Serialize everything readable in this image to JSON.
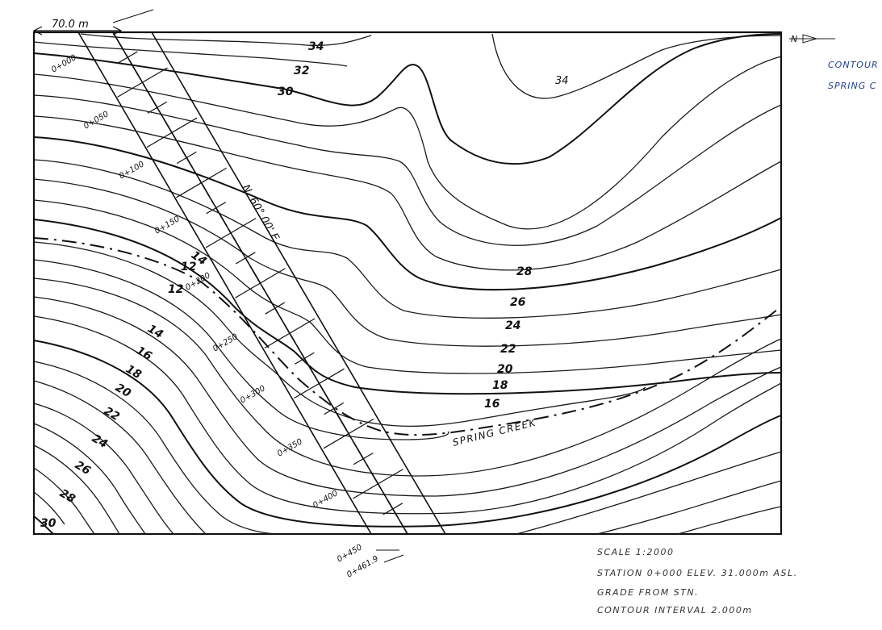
{
  "map": {
    "scale_bar": "70.0 m",
    "bearing": "N. 60° 00' E.",
    "creek_label": "SPRING CREEK",
    "north_arrow": "N",
    "side_note": [
      "CONTOUR",
      "SPRING C"
    ],
    "contour_labels": [
      "34",
      "32",
      "30",
      "34",
      "28",
      "26",
      "24",
      "22",
      "20",
      "18",
      "16",
      "14",
      "12",
      "12",
      "14",
      "16",
      "18",
      "20",
      "22",
      "24",
      "26",
      "28",
      "30"
    ],
    "stations": [
      "0+000",
      "0+050",
      "0+100",
      "0+150",
      "0+200",
      "0+250",
      "0+300",
      "0+350",
      "0+400",
      "0+450",
      "0+461.9"
    ],
    "notes": [
      "SCALE 1:2000",
      "STATION 0+000 ELEV. 31.000m ASL.",
      "GRADE FROM STN.",
      "CONTOUR INTERVAL 2.000m"
    ]
  }
}
